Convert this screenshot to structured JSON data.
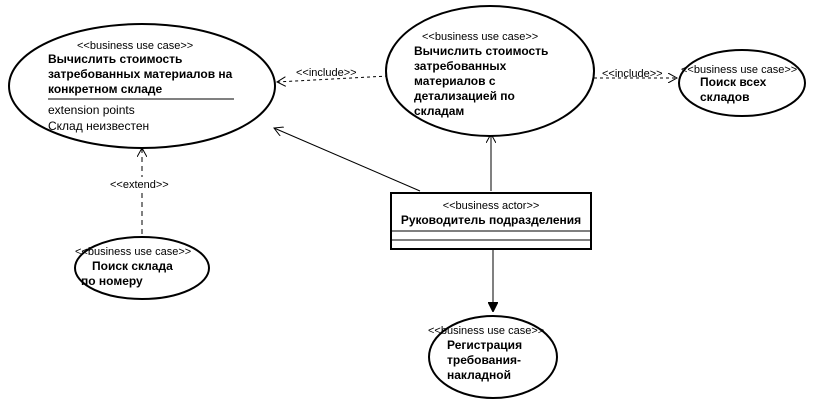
{
  "diagram": {
    "use_cases": [
      {
        "id": "uc_calc_warehouse",
        "stereotype": "<<business use case>>",
        "name_lines": [
          "Вычислить стоимость",
          "затребованных материалов на",
          "конкретном складе"
        ],
        "extension_points_title": "extension points",
        "extension_points": [
          "Склад неизвестен"
        ]
      },
      {
        "id": "uc_calc_detail",
        "stereotype": "<<business use case>>",
        "name_lines": [
          "Вычислить стоимость",
          "затребованных",
          "материалов с",
          "детализацией по",
          "складам"
        ]
      },
      {
        "id": "uc_search_all",
        "stereotype": "<<business use case>>",
        "name_lines": [
          "Поиск всех",
          "складов"
        ]
      },
      {
        "id": "uc_search_number",
        "stereotype": "<<business use case>>",
        "name_lines": [
          "Поиск склада",
          "по номеру"
        ]
      },
      {
        "id": "uc_register",
        "stereotype": "<<business use case>>",
        "name_lines": [
          "Регистрация",
          "требования-",
          "накладной"
        ]
      }
    ],
    "actor": {
      "stereotype": "<<business actor>>",
      "name": "Руководитель подразделения"
    },
    "relations": {
      "include_1": "<<include>>",
      "include_2": "<<include>>",
      "extend": "<<extend>>"
    }
  }
}
